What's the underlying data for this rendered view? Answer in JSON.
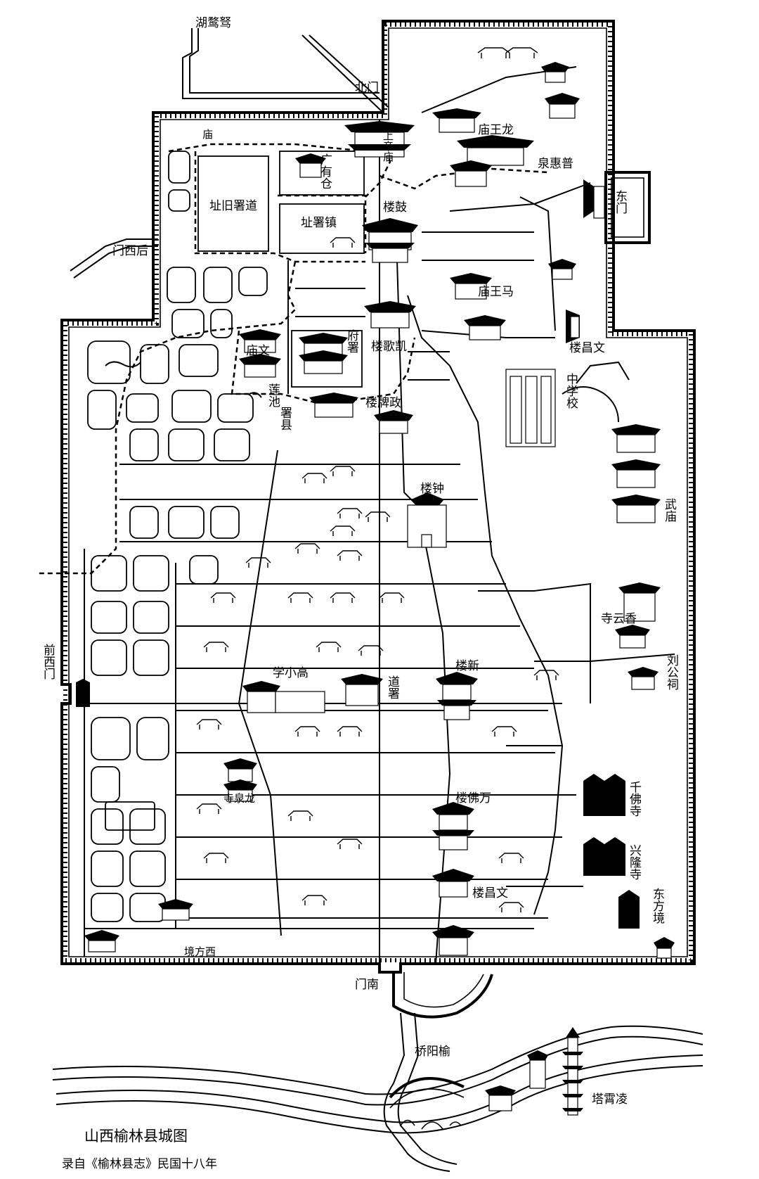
{
  "map_labels": {
    "hu_lu_ao": "湖鹜驽",
    "bei_men": "北门",
    "long_wang_miao": "庙王龙",
    "pu_hui_quan": "泉惠普",
    "dong_men": "东门",
    "shang_di_miao": "上帝庙",
    "guang_you_cang": "广有仓",
    "miao_left": "庙",
    "dao_shu_jiu_zhi": "址旧署道",
    "zhen_shu_zhi": "址署镇",
    "gu_lou": "楼鼓",
    "hou_xi_men": "门西后",
    "ma_wang_miao": "庙王马",
    "wen_chang_lou_top": "楼昌文",
    "kai_ge_lou": "楼歌凯",
    "fu_shu": "府署",
    "wen_miao": "庙文",
    "lian_chi": "莲池",
    "xian_shu": "署县",
    "zheng_pai_lou": "楼牌政",
    "zhong_xue_xiao": "中学校",
    "zhong_lou": "楼钟",
    "wu_miao": "武庙",
    "xiang_yun_si": "寺云香",
    "liu_gong_ci": "刘公祠",
    "qian_xi_men": "前西门",
    "gao_xiao_xue": "学小高",
    "dao_shu": "道署",
    "xin_lou": "楼新",
    "qian_fo_si": "千佛寺",
    "wan_fo_lou": "楼佛万",
    "long_quan_si": "寺泉龙",
    "xing_long_si": "兴隆寺",
    "wen_chang_lou_bottom": "楼昌文",
    "dong_fang_jing": "东方境",
    "xi_fang_jing": "境方西",
    "nan_men": "门南",
    "yu_yang_qiao": "桥阳榆",
    "ling_xiao_ta": "塔霄凌"
  },
  "caption": {
    "title": "山西榆林县城图",
    "source": "录自《榆林县志》民国十八年"
  },
  "colors": {
    "ink": "#000000",
    "paper": "#ffffff"
  }
}
